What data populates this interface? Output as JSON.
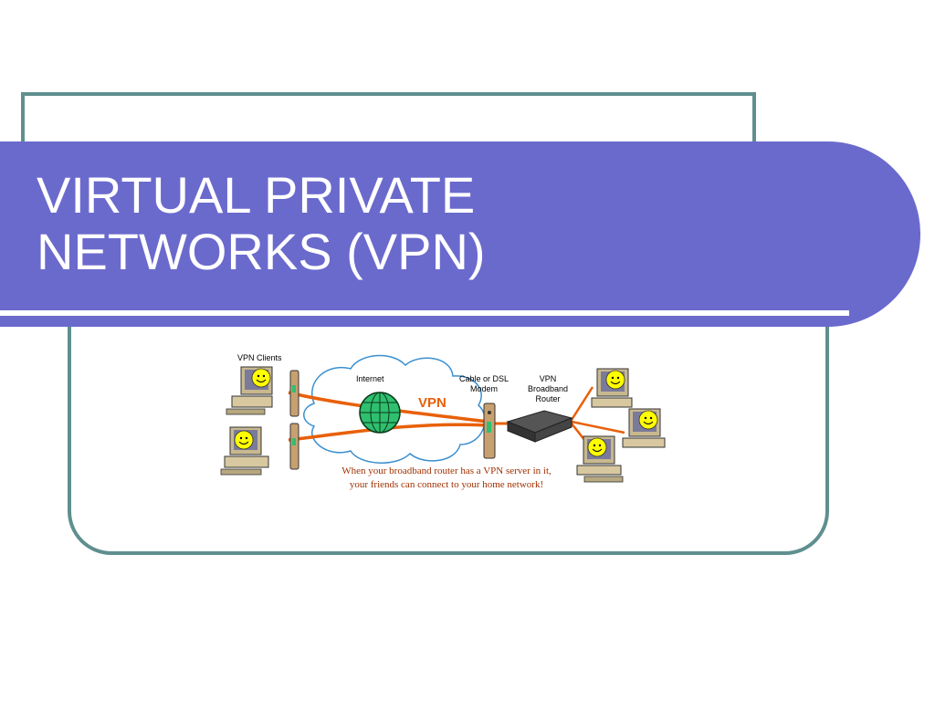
{
  "slide": {
    "title_line1": "VIRTUAL PRIVATE",
    "title_line2": "NETWORKS (VPN)"
  },
  "diagram": {
    "label_clients": "VPN Clients",
    "label_internet": "Internet",
    "label_modem_1": "Cable or DSL",
    "label_modem_2": "Modem",
    "label_router_1": "VPN",
    "label_router_2": "Broadband",
    "label_router_3": "Router",
    "label_vpn": "VPN",
    "caption_1": "When your broadband router has a VPN server in it,",
    "caption_2": "your friends can connect to your home network!"
  },
  "colors": {
    "title_band": "#6a6acd",
    "frame": "#5f8f8f",
    "tunnel": "#e8600a",
    "cloud": "#3a8fd0",
    "globe": "#2fbf6f",
    "smiley": "#ffff00",
    "caption": "#a03000"
  },
  "icons": [
    "computer-icon",
    "smiley-icon",
    "globe-icon",
    "cloud-icon",
    "modem-icon",
    "router-icon"
  ]
}
